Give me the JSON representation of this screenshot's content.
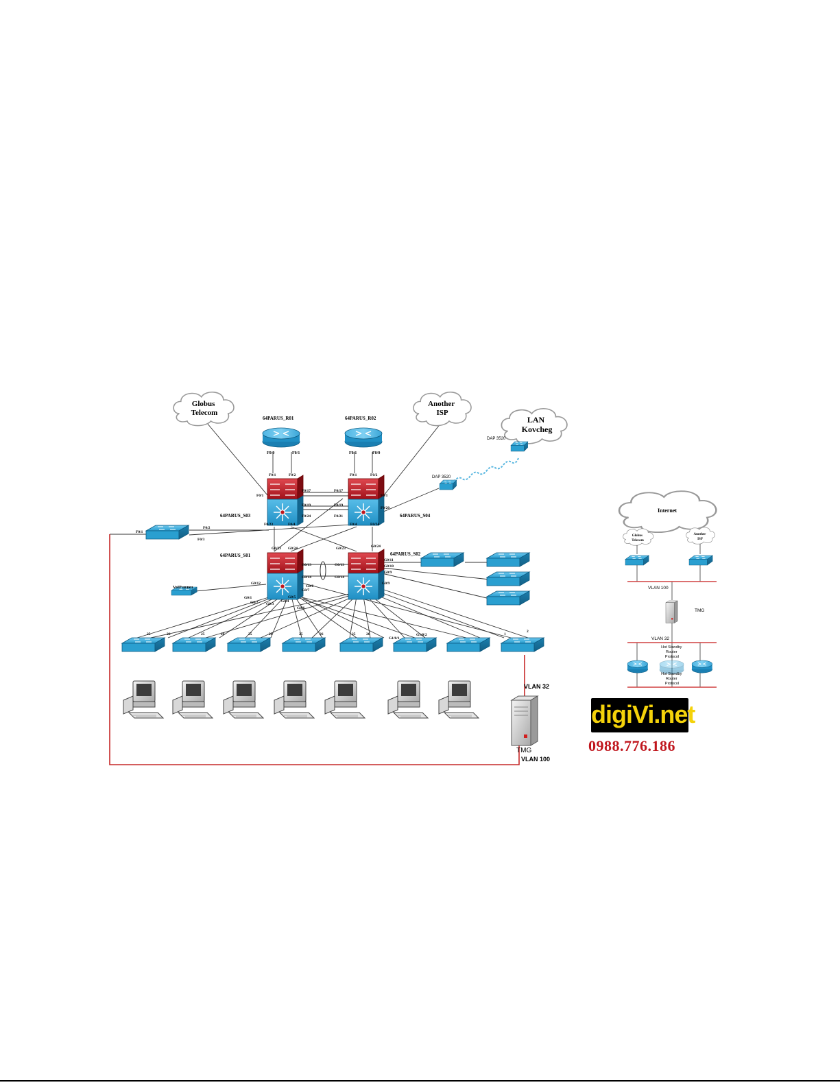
{
  "clouds": {
    "globus": "Globus\nTelecom",
    "another_isp": "Another\nISP",
    "lan": "LAN\nKovcheg",
    "internet": "Internet",
    "mini_globus": "Globus\nTelecom",
    "mini_another": "Another\nISP"
  },
  "routers": {
    "r01": "64PARUS_R01",
    "r02": "64PARUS_R02"
  },
  "switches": {
    "s03": "64PARUS_S03",
    "s04": "64PARUS_S04",
    "s01": "64PARUS_S01",
    "s02": "64PARUS_S02"
  },
  "ports": {
    "r01_a": "F0/0",
    "r01_b": "F0/1",
    "r02_a": "F0/1",
    "r02_b": "F0/0",
    "s03_t1": "F0/1",
    "s03_t2": "F0/2",
    "s04_t1": "F0/1",
    "s04_t2": "F0/2",
    "s03_l1": "F0/1",
    "s03_r17": "F0/17",
    "s03_r19": "F0/19",
    "s03_r24": "F0/24",
    "s03_b23": "F0/23",
    "s03_b4": "F0/4",
    "s04_l17": "F0/17",
    "s04_l19": "F0/19",
    "s04_l21": "F0/21",
    "s04_r1": "F0/1",
    "s04_r20": "F0/20",
    "s04_b4": "F0/4",
    "s04_b24": "F0/24",
    "acc_f1": "F0/1",
    "acc_f2": "F0/2",
    "acc_f3": "F0/3",
    "s01_g23": "G0/23",
    "s01_g24": "G0/24",
    "s01_g13": "G0/13",
    "s01_g14": "G0/14",
    "s01_g12": "G0/12",
    "s02_g23": "G0/23",
    "s02_g24": "G0/24",
    "s02_g13": "G0/13",
    "s02_g14": "G0/14",
    "s02_r11": "G0/11",
    "s02_r10": "G0/10",
    "s02_r9": "G0/9",
    "c1": "G0/1",
    "c2": "G0/2",
    "c3": "G0/3",
    "c4": "G0/4",
    "c5": "G0/5",
    "c6": "G0/6",
    "c7": "G0/7",
    "c8": "G0/8",
    "c9": "G0/9",
    "c10": "G1/0/1",
    "c11": "G1/0/2",
    "sw_ports": [
      "25",
      "26",
      "25",
      "26",
      "25",
      "26",
      "25",
      "26",
      "25",
      "26",
      "1",
      "2"
    ]
  },
  "dap": {
    "a": "DAP 3520",
    "b": "DAP 3520"
  },
  "voip": "VoIP шлюз",
  "vlan": {
    "v32": "VLAN 32",
    "v100": "VLAN 100",
    "tmg": "TMG"
  },
  "mini": {
    "vlan100": "VLAN 100",
    "tmg": "TMG",
    "vlan32": "VLAN 32",
    "hsrp1": "Hot Standby\nRouter\nProtocol",
    "hsrp2": "Hot Standby\nRouter\nProtocol"
  },
  "logo": "digiVi.net",
  "phone": "0988.776.186",
  "colors": {
    "switch_blue": "#2a9fd0",
    "router_blue": "#1f8fc4",
    "core_red": "#c0161d",
    "vlan_red": "#c62828"
  }
}
